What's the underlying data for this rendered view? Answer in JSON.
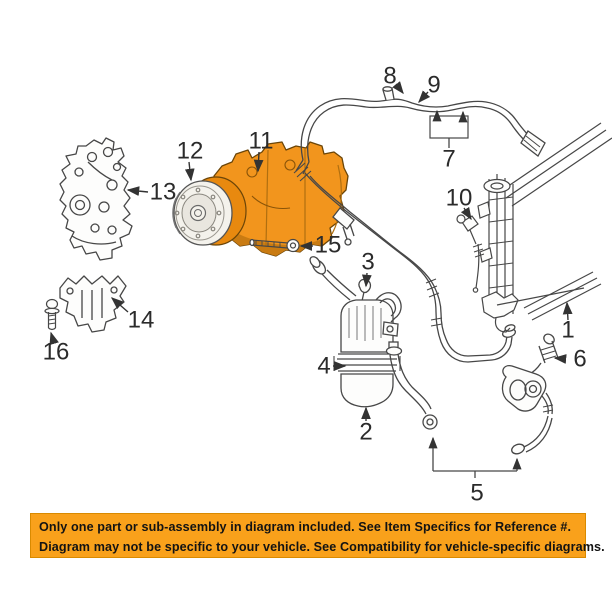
{
  "diagram": {
    "callouts": {
      "c1": "1",
      "c2": "2",
      "c3": "3",
      "c4": "4",
      "c5": "5",
      "c6": "6",
      "c7": "7",
      "c8": "8",
      "c9": "9",
      "c10": "10",
      "c11": "11",
      "c12": "12",
      "c13": "13",
      "c14": "14",
      "c15": "15",
      "c16": "16"
    },
    "highlighted_callout": "11",
    "colors": {
      "highlight_orange": "#F2951D",
      "highlight_shadow": "#C97B12",
      "line_gray": "#474747"
    }
  },
  "banner": {
    "line1": "Only one part or sub-assembly in diagram included. See Item Specifics for Reference #.",
    "line2": "Diagram may not be specific to your vehicle. See Compatibility for vehicle-specific diagrams.",
    "bg_color": "#F9A11B",
    "text_color": "#131313"
  }
}
